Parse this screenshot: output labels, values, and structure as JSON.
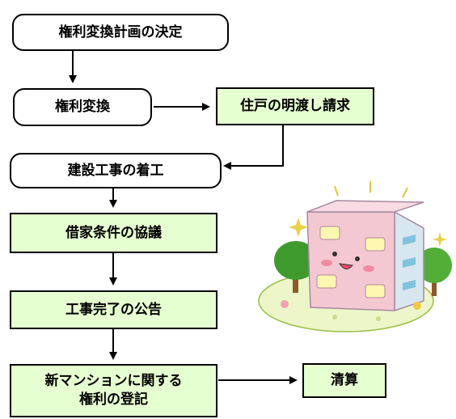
{
  "flow": {
    "step1": "権利変換計画の決定",
    "step2": "権利変換",
    "step2_side": "住戸の明渡し請求",
    "step3": "建設工事の着工",
    "step4": "借家条件の協議",
    "step5": "工事完了の公告",
    "step6_line1": "新マンションに関する",
    "step6_line2": "権利の登記",
    "step6_side": "清算"
  },
  "colors": {
    "green_box_fill": "#e6ffd0",
    "white_box_fill": "#ffffff",
    "border": "#000000"
  },
  "illustration": {
    "icon": "smiling-building-illustration"
  }
}
